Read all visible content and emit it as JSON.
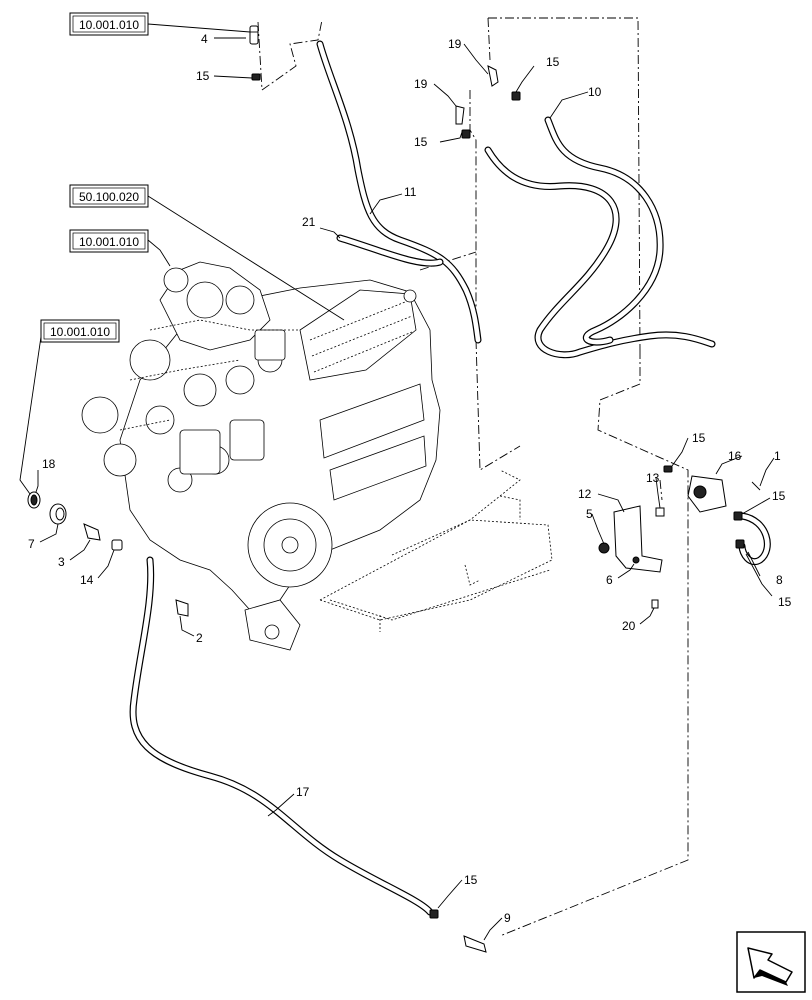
{
  "diagram": {
    "reference_boxes": [
      {
        "id": "ref-1",
        "text": "10.001.010"
      },
      {
        "id": "ref-2",
        "text": "50.100.020"
      },
      {
        "id": "ref-3",
        "text": "10.001.010"
      },
      {
        "id": "ref-4",
        "text": "10.001.010"
      }
    ],
    "callouts": {
      "c4": "4",
      "c15a": "15",
      "c19a": "19",
      "c15b": "15",
      "c19b": "19",
      "c10": "10",
      "c15c": "15",
      "c11": "11",
      "c21": "21",
      "c18": "18",
      "c7": "7",
      "c3": "3",
      "c14": "14",
      "c2": "2",
      "c15d": "15",
      "c16": "16",
      "c1": "1",
      "c13": "13",
      "c12": "12",
      "c5": "5",
      "c15e": "15",
      "c6": "6",
      "c8": "8",
      "c15f": "15",
      "c20": "20",
      "c17": "17",
      "c15g": "15",
      "c9": "9"
    },
    "nav_icon": "next-page-arrow-icon"
  }
}
